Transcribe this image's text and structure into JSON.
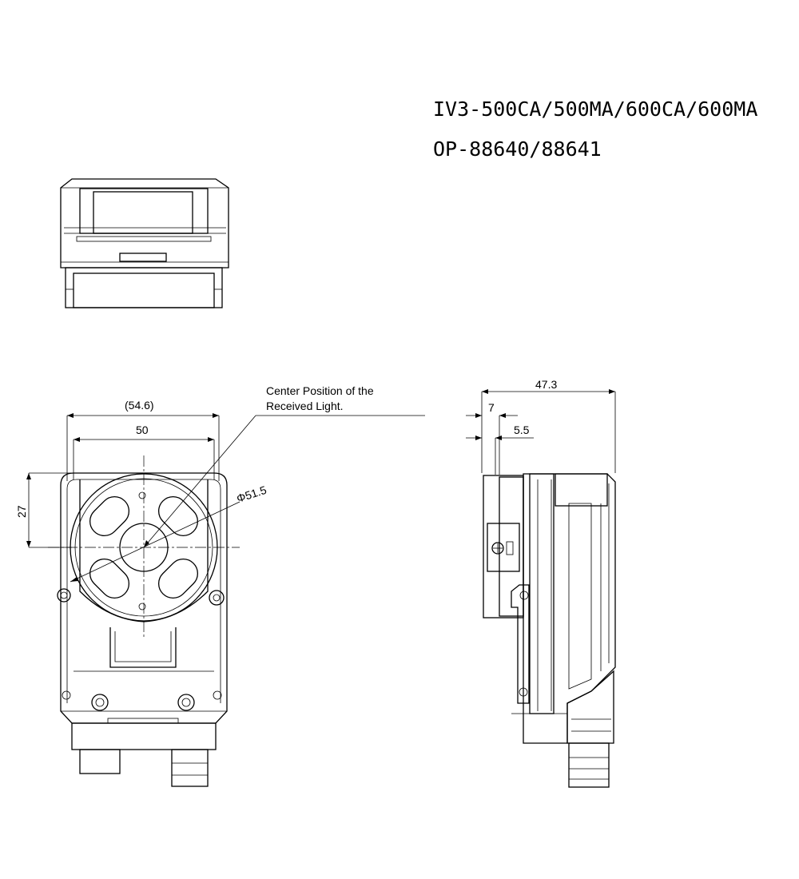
{
  "header": {
    "model_line": "IV3-500CA/500MA/600CA/600MA",
    "option_line": "OP-88640/88641"
  },
  "annotations": {
    "center_label_line1": "Center Position of the",
    "center_label_line2": "Received Light."
  },
  "dimensions": {
    "front_overall_width": "(54.6)",
    "front_width": "50",
    "front_height_offset": "27",
    "lens_diameter": "Φ51.5",
    "side_depth": "47.3",
    "side_offset_7": "7",
    "side_offset_5_5": "5.5"
  },
  "icons": {
    "screw": "screw-head-icon",
    "led_ring": "led-ring-icon"
  }
}
